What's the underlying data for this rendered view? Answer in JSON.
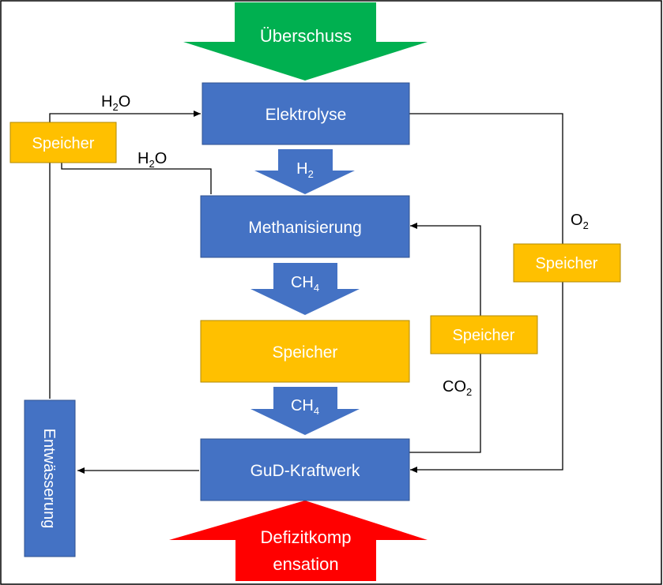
{
  "colors": {
    "blue": "#4472c4",
    "blue_border": "#2f528f",
    "orange": "#ffc000",
    "orange_border": "#b08a00",
    "green": "#00b050",
    "red": "#ff0000",
    "text_on_blue": "#ffffff",
    "text_on_orange": "#ffffff",
    "line": "#000000"
  },
  "nodes": {
    "elektrolyse": "Elektrolyse",
    "methanisierung": "Methanisierung",
    "speicher_main": "Speicher",
    "gud": "GuD-Kraftwerk",
    "entwaesserung": "Entwässerung",
    "speicher_left": "Speicher",
    "speicher_right_co2": "Speicher",
    "speicher_right_o2": "Speicher"
  },
  "big_arrows": {
    "top": "Überschuss",
    "bottom_line1": "Defizitkomp",
    "bottom_line2": "ensation"
  },
  "flow_arrows": {
    "h2": {
      "main": "H",
      "sub": "2"
    },
    "ch4_a": {
      "main": "CH",
      "sub": "4"
    },
    "ch4_b": {
      "main": "CH",
      "sub": "4"
    }
  },
  "line_labels": {
    "h2o_top": {
      "main": "H",
      "sub": "2",
      "tail": "O"
    },
    "h2o_mid": {
      "main": "H",
      "sub": "2",
      "tail": "O"
    },
    "o2": {
      "main": "O",
      "sub": "2"
    },
    "co2": {
      "main": "CO",
      "sub": "2"
    }
  }
}
